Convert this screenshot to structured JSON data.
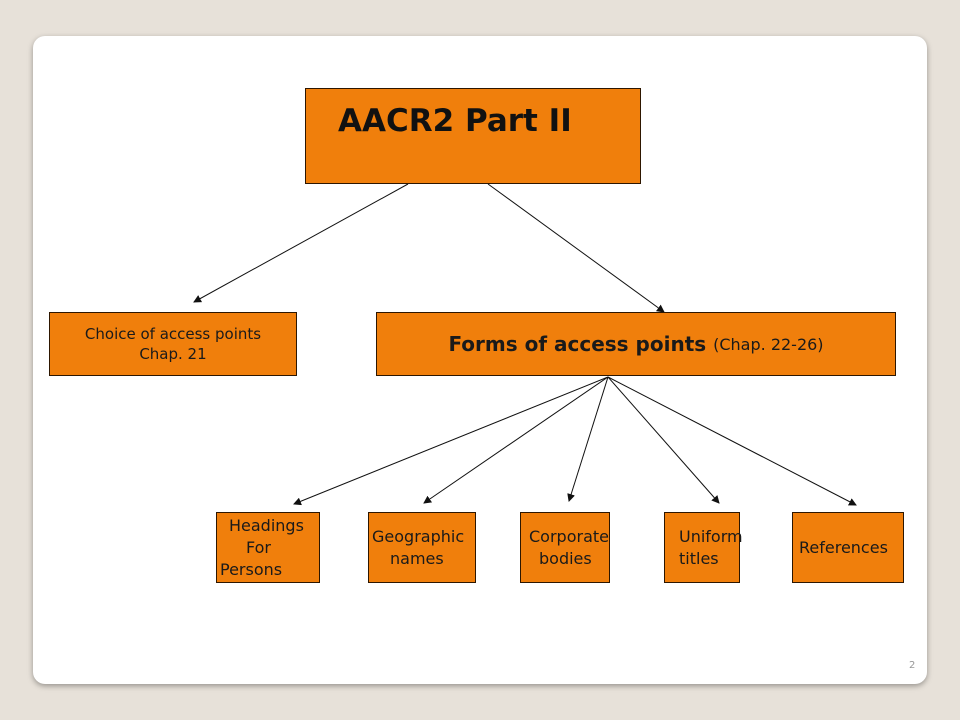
{
  "diagram": {
    "title": "AACR2 Part II",
    "choice": {
      "line1": "Choice of access points",
      "line2": "Chap. 21"
    },
    "forms": {
      "main": "Forms of access points ",
      "sub": "(Chap. 22-26)"
    },
    "children": [
      {
        "id": "headings",
        "lines": [
          "Headings",
          "For",
          "Persons"
        ]
      },
      {
        "id": "geographic",
        "lines": [
          "Geographic",
          "names"
        ]
      },
      {
        "id": "corporate",
        "lines": [
          "Corporate",
          "bodies"
        ]
      },
      {
        "id": "uniform",
        "lines": [
          "Uniform",
          "titles"
        ]
      },
      {
        "id": "references",
        "lines": [
          "References"
        ]
      }
    ],
    "page_number": "2",
    "colors": {
      "box_fill": "#f07f0c",
      "border": "#2d1600",
      "background": "#e7e1d9"
    }
  }
}
